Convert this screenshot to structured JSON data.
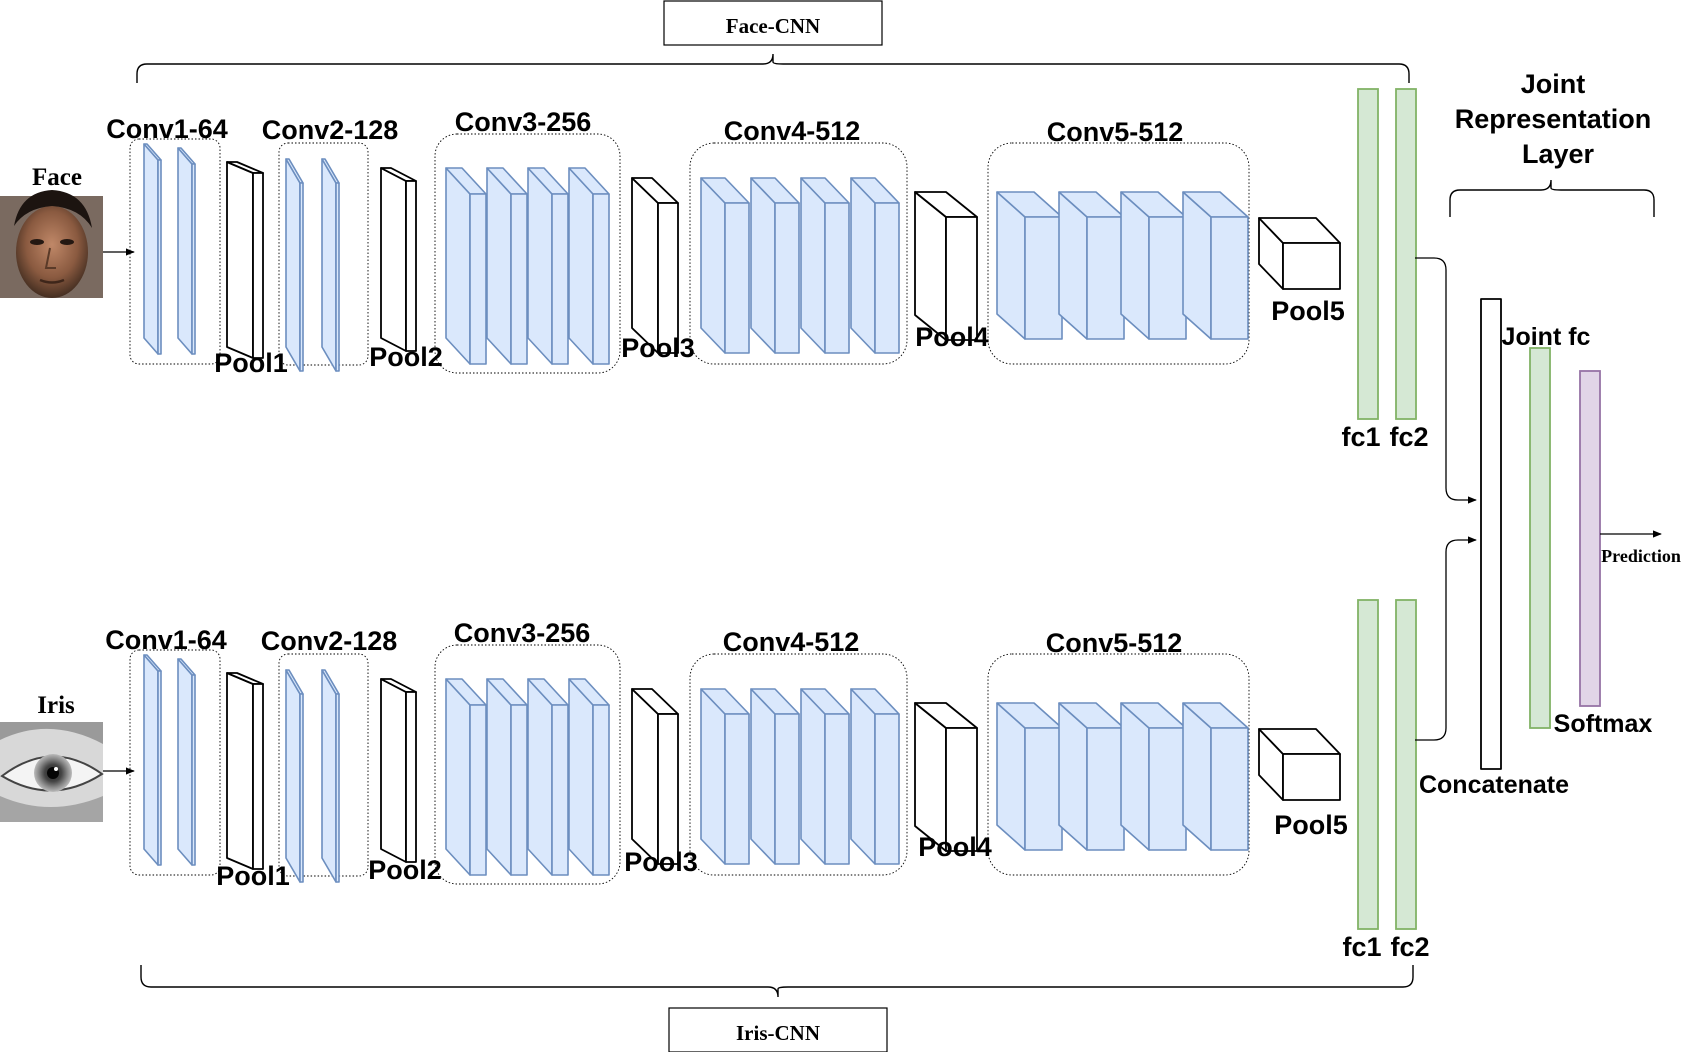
{
  "face": {
    "input_label": "Face",
    "cnn_label": "Face-CNN",
    "conv1": "Conv1-64",
    "conv2": "Conv2-128",
    "conv3": "Conv3-256",
    "conv4": "Conv4-512",
    "conv5": "Conv5-512",
    "pool1": "Pool1",
    "pool2": "Pool2",
    "pool3": "Pool3",
    "pool4": "Pool4",
    "pool5": "Pool5",
    "fc1": "fc1",
    "fc2": "fc2"
  },
  "iris": {
    "input_label": "Iris",
    "cnn_label": "Iris-CNN",
    "conv1": "Conv1-64",
    "conv2": "Conv2-128",
    "conv3": "Conv3-256",
    "conv4": "Conv4-512",
    "conv5": "Conv5-512",
    "pool1": "Pool1",
    "pool2": "Pool2",
    "pool3": "Pool3",
    "pool4": "Pool4",
    "pool5": "Pool5",
    "fc1": "fc1",
    "fc2": "fc2"
  },
  "joint": {
    "title_line1": "Joint",
    "title_line2": "Representation",
    "title_line3": "Layer",
    "joint_fc": "Joint fc",
    "softmax": "Softmax",
    "concatenate": "Concatenate",
    "prediction": "Prediction"
  },
  "colors": {
    "conv_fill": "#dae8fc",
    "conv_stroke": "#6c8ebf",
    "fc_fill": "#d5e8d4",
    "fc_stroke": "#82b366",
    "softmax_fill": "#e1d5e7",
    "softmax_stroke": "#9673a6"
  },
  "icons": {
    "face_image": "face-photo",
    "iris_image": "iris-photo"
  }
}
